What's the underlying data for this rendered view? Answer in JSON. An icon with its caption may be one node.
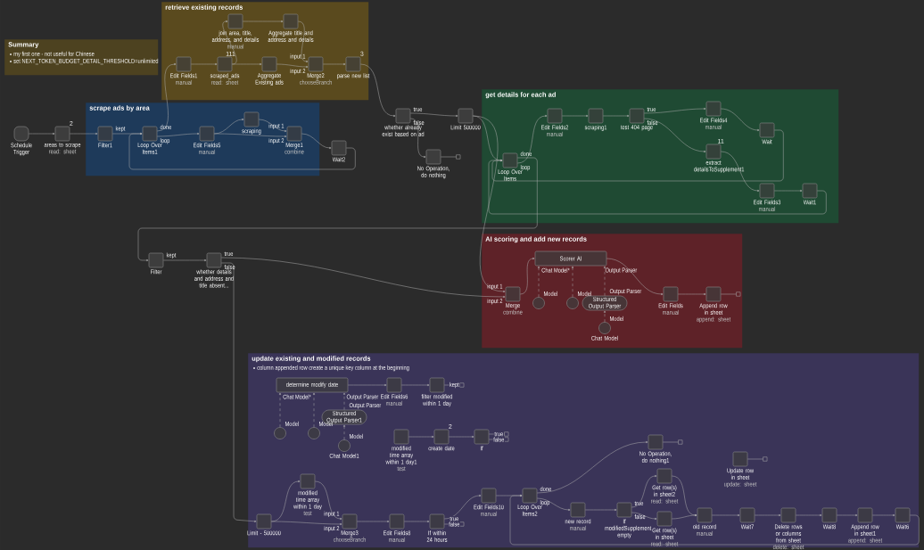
{
  "diagram": {
    "nodes": [
      {
        "text": [
          "Summary",
          "my first one - not useful for Chinese",
          "set NEXT_TOKEN_BUDGET_DETAIL_THRESHOLD=unlimited"
        ]
      },
      {
        "text": [
          "retrieve existing records"
        ]
      },
      {
        "text": [
          "scrape ads by area"
        ]
      },
      {
        "text": [
          "get details for each ad"
        ]
      },
      {
        "text": [
          "AI scoring and add new records"
        ]
      },
      {
        "text": [
          "update existing and modified records",
          "column appended row create a unique key column at the beginning"
        ]
      },
      {
        "text": [
          "Schedule Trigger"
        ]
      },
      {
        "text": [
          "areas to scrape",
          "read: sheet"
        ],
        "beside": [
          "2"
        ]
      },
      {
        "text": [
          "Filter1"
        ],
        "in": 2
      },
      {
        "text": [
          "Loop Over Items1"
        ],
        "in": 2
      },
      {
        "text": [
          "Edit Fields1",
          "manual"
        ],
        "in": 1
      },
      {
        "text": [
          "scraped_ads",
          "read: sheet"
        ],
        "in": 1,
        "beside": [
          "111"
        ]
      },
      {
        "text": [
          "join area, title, address, and details",
          "manual"
        ],
        "in": 1
      },
      {
        "text": [
          "Aggregate title and address and details"
        ],
        "in": 1
      },
      {
        "text": [
          "Aggregate Existing ads"
        ],
        "in": 1
      },
      {
        "text": [
          "Merge2",
          "chooseBranch"
        ],
        "in": 1
      },
      {
        "text": [
          "parse new list"
        ],
        "in": 1,
        "beside": [
          "3"
        ]
      },
      {
        "text": [
          "Edit Fields5",
          "manual"
        ],
        "in": 2
      },
      {
        "text": [
          "scraping"
        ],
        "in": 2
      },
      {
        "text": [
          "Merge1",
          "combine"
        ],
        "in": 2
      },
      {
        "text": [
          "Wait2"
        ]
      },
      {
        "text": [
          "whether already exist based on ad"
        ]
      },
      {
        "text": [
          "No Operation, do nothing"
        ]
      },
      {
        "text": [
          "Limit 500000"
        ]
      },
      {
        "text": [
          "Loop Over Items"
        ],
        "in": 3
      },
      {
        "text": [
          "Edit Fields2",
          "manual"
        ],
        "in": 3
      },
      {
        "text": [
          "scraping1"
        ],
        "in": 3
      },
      {
        "text": [
          "test 404 page"
        ],
        "in": 3
      },
      {
        "text": [
          "Edit Fields4",
          "manual"
        ],
        "in": 3
      },
      {
        "text": [
          "extract detailsToSupplement1"
        ],
        "in": 3,
        "beside": [
          "11"
        ]
      },
      {
        "text": [
          "Wait"
        ],
        "in": 3
      },
      {
        "text": [
          "Edit Fields3",
          "manual"
        ],
        "in": 3
      },
      {
        "text": [
          "Wait1"
        ],
        "in": 3
      },
      {
        "text": [
          "Filter"
        ]
      },
      {
        "text": [
          "whether details and address and title absent..."
        ]
      },
      {
        "text": [
          "Merge",
          "combine"
        ],
        "in": 4
      },
      {
        "text": [
          "Scorer AI"
        ],
        "in": 4
      },
      {
        "text": [],
        "shape": "circle",
        "in": 4
      },
      {
        "text": [],
        "shape": "circle",
        "in": 4
      },
      {
        "text": [
          "Structured Output Parser"
        ],
        "in": 4
      },
      {
        "text": [
          "Chat Model"
        ],
        "in": 4
      },
      {
        "text": [
          "Edit Fields",
          "manual"
        ],
        "in": 4
      },
      {
        "text": [
          "Append row in sheet",
          "append: sheet"
        ],
        "in": 4
      },
      {
        "text": [
          "determine modify date"
        ],
        "in": 5
      },
      {
        "text": [
          "Edit Fields6",
          "manual"
        ],
        "in": 5
      },
      {
        "text": [
          "filter modified within 1 day"
        ],
        "in": 5
      },
      {
        "text": [],
        "shape": "circle",
        "in": 5
      },
      {
        "text": [],
        "shape": "circle",
        "in": 5
      },
      {
        "text": [
          "Structured Output Parser1"
        ],
        "in": 5
      },
      {
        "text": [
          "Chat Model1"
        ],
        "in": 5
      },
      {
        "text": [
          "modified time array within 1 day1",
          "test"
        ],
        "in": 5
      },
      {
        "text": [
          "create date"
        ],
        "in": 5,
        "beside": [
          "2"
        ]
      },
      {
        "text": [
          "If"
        ],
        "in": 5
      },
      {
        "text": [
          "modified time array within 1 day",
          "test"
        ],
        "in": 5
      },
      {
        "text": [
          "Limit - 500000"
        ],
        "in": 5
      },
      {
        "text": [
          "Merge3",
          "chooseBranch"
        ],
        "in": 5
      },
      {
        "text": [
          "Edit Fields8",
          "manual"
        ],
        "in": 5
      },
      {
        "text": [
          "If within 24 hours"
        ],
        "in": 5
      },
      {
        "text": [
          "Edit Fields10",
          "manual"
        ],
        "in": 5
      },
      {
        "text": [
          "Loop Over Items2"
        ],
        "in": 5
      },
      {
        "text": [
          "No Operation, do nothing1"
        ],
        "in": 5
      },
      {
        "text": [
          "Get row(s) in sheet2",
          "read: sheet"
        ],
        "in": 5
      },
      {
        "text": [
          "new record",
          "manual"
        ],
        "in": 5
      },
      {
        "text": [
          "If modifiedSupplement empty"
        ],
        "in": 5
      },
      {
        "text": [
          "Get row(s) in sheet",
          "read: sheet"
        ],
        "in": 5
      },
      {
        "text": [
          "old record",
          "manual"
        ],
        "in": 5
      },
      {
        "text": [
          "Wait7"
        ],
        "in": 5
      },
      {
        "text": [
          "Delete rows or columns from sheet",
          "delete: sheet"
        ],
        "in": 5
      },
      {
        "text": [
          "Wait8"
        ],
        "in": 5
      },
      {
        "text": [
          "Append row in sheet1",
          "append: sheet"
        ],
        "in": 5
      },
      {
        "text": [
          "Wait6"
        ],
        "in": 5
      },
      {
        "text": [
          "Update row in sheet",
          "update: sheet"
        ],
        "in": 5
      }
    ],
    "edges": [
      {
        "from": 6,
        "to": 7,
        "arrow": "to"
      },
      {
        "from": 7,
        "to": 8,
        "arrow": "to"
      },
      {
        "from": 8,
        "to": 9,
        "arrow": "to"
      },
      {
        "from": 9,
        "to": 10,
        "arrow": "to"
      },
      {
        "from": 9,
        "to": 17,
        "arrow": "to"
      },
      {
        "from": 10,
        "to": 11,
        "arrow": "to"
      },
      {
        "from": 11,
        "to": 12,
        "arrow": "to"
      },
      {
        "from": 11,
        "to": 14,
        "arrow": "to"
      },
      {
        "from": 12,
        "to": 13,
        "arrow": "to"
      },
      {
        "from": 13,
        "to": 15,
        "arrow": "to"
      },
      {
        "from": 14,
        "to": 15,
        "arrow": "to"
      },
      {
        "from": 15,
        "to": 16,
        "arrow": "to"
      },
      {
        "from": 16,
        "to": 21,
        "arrow": "to"
      },
      {
        "from": 17,
        "to": 18,
        "arrow": "to"
      },
      {
        "from": 18,
        "to": 19,
        "arrow": "to"
      },
      {
        "from": 17,
        "to": 19,
        "arrow": "to"
      },
      {
        "from": 19,
        "to": 20,
        "arrow": "to"
      },
      {
        "from": 20,
        "to": 9,
        "arrow": "to"
      },
      {
        "from": 21,
        "to": 23,
        "arrow": "to"
      },
      {
        "from": 21,
        "to": 22,
        "arrow": "to"
      },
      {
        "from": 22,
        "to": null,
        "arrow": "other"
      },
      {
        "from": 23,
        "to": 24,
        "arrow": "to"
      },
      {
        "from": 23,
        "to": 35,
        "arrow": "to"
      },
      {
        "from": 24,
        "to": 33,
        "arrow": "to"
      },
      {
        "from": 24,
        "to": 25,
        "arrow": "to"
      },
      {
        "from": 25,
        "to": 26,
        "arrow": "to"
      },
      {
        "from": 26,
        "to": 27,
        "arrow": "to"
      },
      {
        "from": 27,
        "to": 28,
        "arrow": "to"
      },
      {
        "from": 27,
        "to": 29,
        "arrow": "to"
      },
      {
        "from": 28,
        "to": 30,
        "arrow": "to"
      },
      {
        "from": 30,
        "to": 24,
        "arrow": "to"
      },
      {
        "from": 29,
        "to": 31,
        "arrow": "to"
      },
      {
        "from": 31,
        "to": 32,
        "arrow": "to"
      },
      {
        "from": 32,
        "to": 24,
        "arrow": "to"
      },
      {
        "from": 33,
        "to": 34,
        "arrow": "to"
      },
      {
        "from": 34,
        "to": 35,
        "arrow": "to"
      },
      {
        "from": 34,
        "to": 54,
        "arrow": "to"
      },
      {
        "from": 35,
        "to": 36,
        "arrow": "to"
      },
      {
        "from": 37,
        "to": 36,
        "arrow": "to",
        "style": "dashed"
      },
      {
        "from": 38,
        "to": 36,
        "arrow": "to",
        "style": "dashed"
      },
      {
        "from": 39,
        "to": 36,
        "arrow": "to",
        "style": "dashed"
      },
      {
        "from": 40,
        "to": 39,
        "arrow": "to",
        "style": "dashed"
      },
      {
        "from": 36,
        "to": 41,
        "arrow": "to"
      },
      {
        "from": 41,
        "to": 42,
        "arrow": "to"
      },
      {
        "from": 42,
        "to": null,
        "arrow": "other"
      },
      {
        "from": 43,
        "to": 44,
        "arrow": "to"
      },
      {
        "from": 44,
        "to": 45,
        "arrow": "to"
      },
      {
        "from": 45,
        "to": null,
        "arrow": "other",
        "label": "kept"
      },
      {
        "from": 46,
        "to": 43,
        "arrow": "to",
        "style": "dashed"
      },
      {
        "from": 47,
        "to": 43,
        "arrow": "to",
        "style": "dashed"
      },
      {
        "from": 48,
        "to": 43,
        "arrow": "to",
        "style": "dashed"
      },
      {
        "from": 49,
        "to": 48,
        "arrow": "to",
        "style": "dashed"
      },
      {
        "from": 50,
        "to": 51,
        "arrow": "to"
      },
      {
        "from": 51,
        "to": 52,
        "arrow": "to"
      },
      {
        "from": 52,
        "to": null,
        "arrow": "other",
        "label": "true"
      },
      {
        "from": 52,
        "to": null,
        "arrow": "other",
        "label": "false"
      },
      {
        "from": 54,
        "to": 53,
        "arrow": "to"
      },
      {
        "from": 53,
        "to": 55,
        "arrow": "to"
      },
      {
        "from": 54,
        "to": 55,
        "arrow": "to"
      },
      {
        "from": 55,
        "to": 56,
        "arrow": "to"
      },
      {
        "from": 56,
        "to": 57,
        "arrow": "to"
      },
      {
        "from": 57,
        "to": 58,
        "arrow": "to",
        "label": "true"
      },
      {
        "from": 57,
        "to": null,
        "arrow": "other",
        "label": "false"
      },
      {
        "from": 58,
        "to": 59,
        "arrow": "to"
      },
      {
        "from": 59,
        "to": 60,
        "arrow": "to"
      },
      {
        "from": 59,
        "to": 62,
        "arrow": "to"
      },
      {
        "from": 60,
        "to": null,
        "arrow": "other"
      },
      {
        "from": 62,
        "to": 63,
        "arrow": "to"
      },
      {
        "from": 63,
        "to": 61,
        "arrow": "to"
      },
      {
        "from": 63,
        "to": 64,
        "arrow": "to"
      },
      {
        "from": 61,
        "to": 65,
        "arrow": "to"
      },
      {
        "from": 64,
        "to": 65,
        "arrow": "to"
      },
      {
        "from": 65,
        "to": 66,
        "arrow": "to"
      },
      {
        "from": 66,
        "to": 67,
        "arrow": "to"
      },
      {
        "from": 67,
        "to": 68,
        "arrow": "to"
      },
      {
        "from": 68,
        "to": 69,
        "arrow": "to"
      },
      {
        "from": 69,
        "to": 70,
        "arrow": "to"
      },
      {
        "from": 70,
        "to": 59,
        "arrow": "to"
      },
      {
        "from": 71,
        "to": null,
        "arrow": "other"
      }
    ],
    "labels": [
      "kept",
      "done",
      "loop",
      "input 1",
      "input 2",
      "input 1",
      "input 2",
      "true",
      "false",
      "done",
      "loop",
      "true",
      "false",
      "kept",
      "true",
      "false",
      "input 1",
      "input 2",
      "Chat Model*",
      "Output Parser",
      "Model",
      "Model",
      "Output Parser",
      "Model",
      "Chat Model*",
      "Output Parser",
      "Model",
      "Model",
      "Output Parser",
      "Model",
      "input 1",
      "input 2",
      "done",
      "loop",
      "true",
      "false"
    ]
  }
}
